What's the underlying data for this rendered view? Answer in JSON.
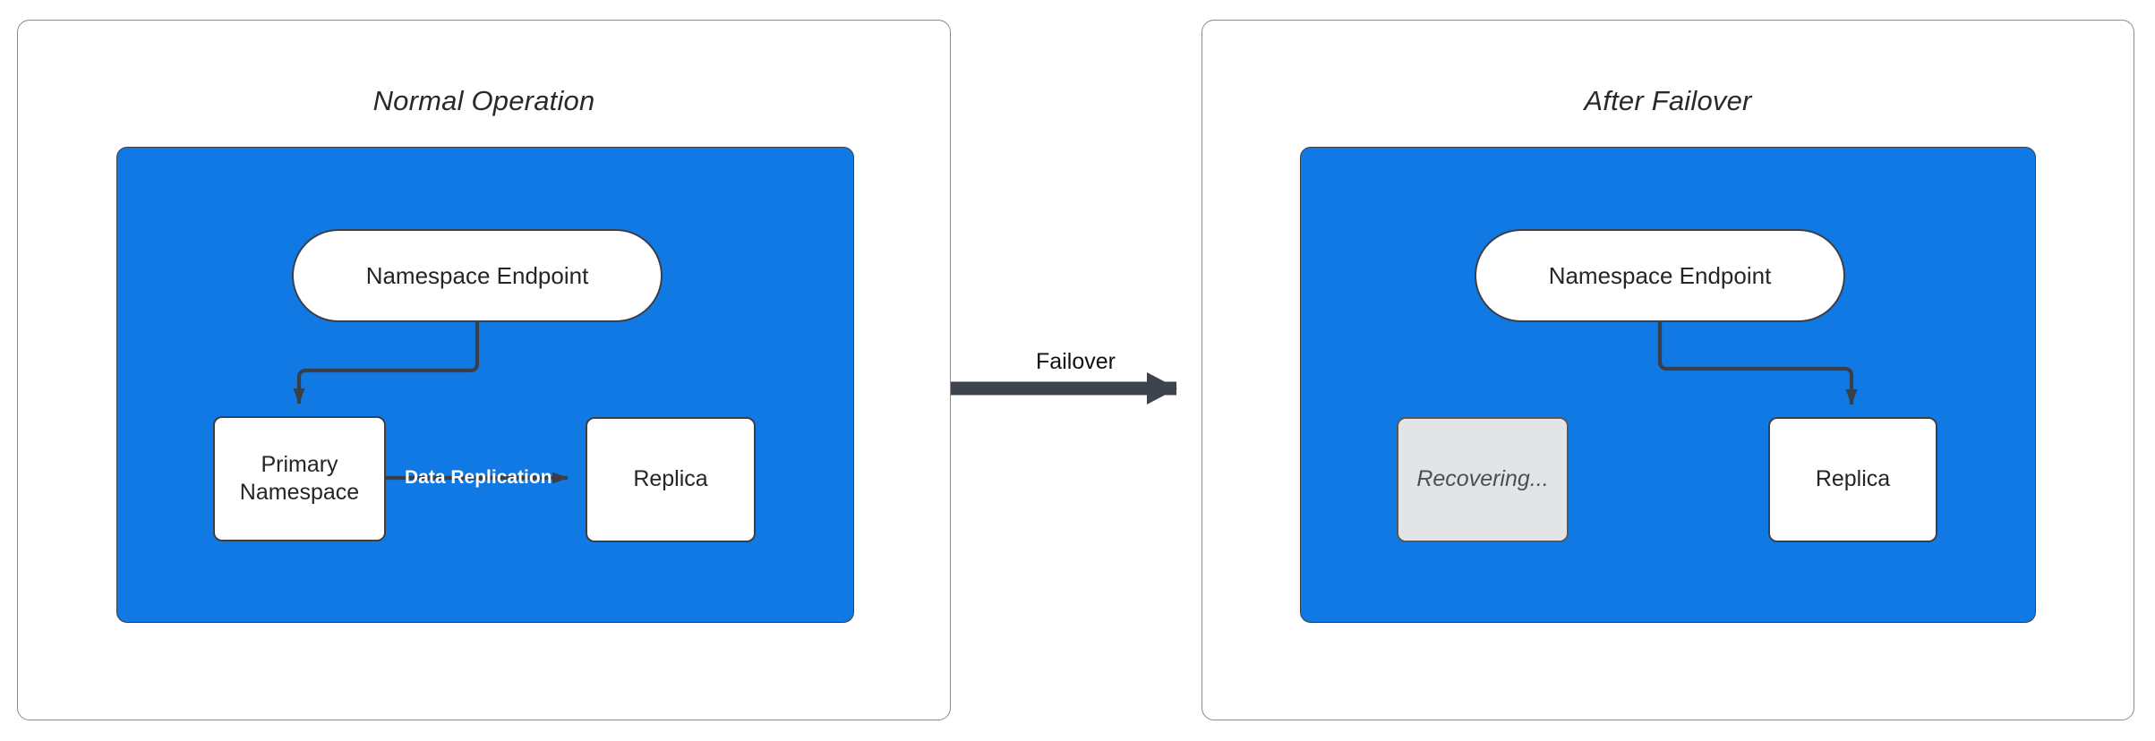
{
  "diagram": {
    "title_left": "Normal Operation",
    "title_right": "After Failover",
    "colors": {
      "cluster_blue": "#1179e3",
      "node_white": "#ffffff",
      "node_disabled_gray": "#e2e4e6",
      "stroke_dark": "#3a3f47",
      "panel_border": "#8a8a8a",
      "replication_label": "#ffffff"
    }
  },
  "left_panel": {
    "title": "Normal Operation",
    "nodes": {
      "endpoint": "Namespace Endpoint",
      "primary": "Primary\nNamespace",
      "primary_line1": "Primary",
      "primary_line2": "Namespace",
      "replica": "Replica"
    },
    "edges": {
      "endpoint_to_primary": "",
      "primary_to_replica": "Data Replication"
    }
  },
  "right_panel": {
    "title": "After Failover",
    "nodes": {
      "endpoint": "Namespace Endpoint",
      "recovering": "Recovering...",
      "replica": "Replica"
    },
    "edges": {
      "endpoint_to_replica": ""
    }
  },
  "transition": {
    "label": "Failover"
  }
}
